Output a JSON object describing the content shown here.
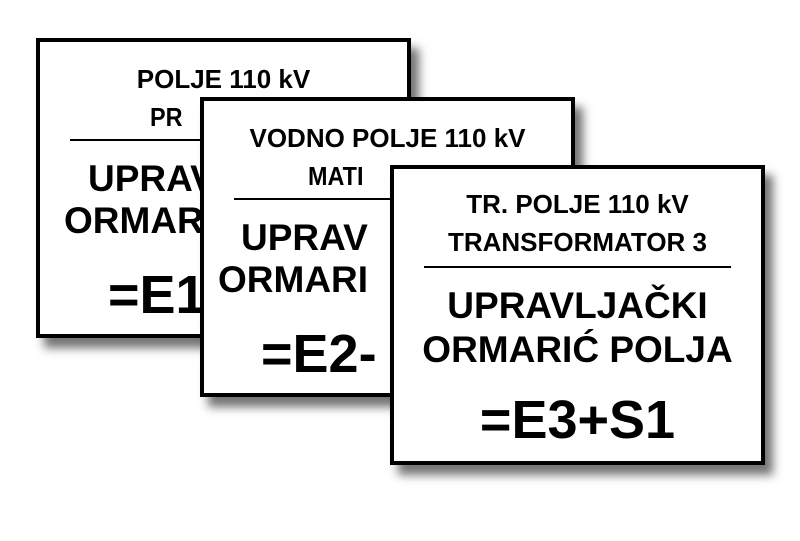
{
  "labels": [
    {
      "line1": "POLJE 110 kV",
      "line2": "PR",
      "title1": "UPRAV",
      "title2": "ORMAR",
      "code": "=E1"
    },
    {
      "line1": "VODNO POLJE 110 kV",
      "line2": "MATI",
      "title1": "UPRAV",
      "title2": "ORMARI",
      "code": "=E2-"
    },
    {
      "line1": "TR. POLJE 110 kV",
      "line2": "TRANSFORMATOR 3",
      "title1": "UPRAVLJAČKI",
      "title2": "ORMARIĆ POLJA",
      "code": "=E3+S1"
    }
  ]
}
